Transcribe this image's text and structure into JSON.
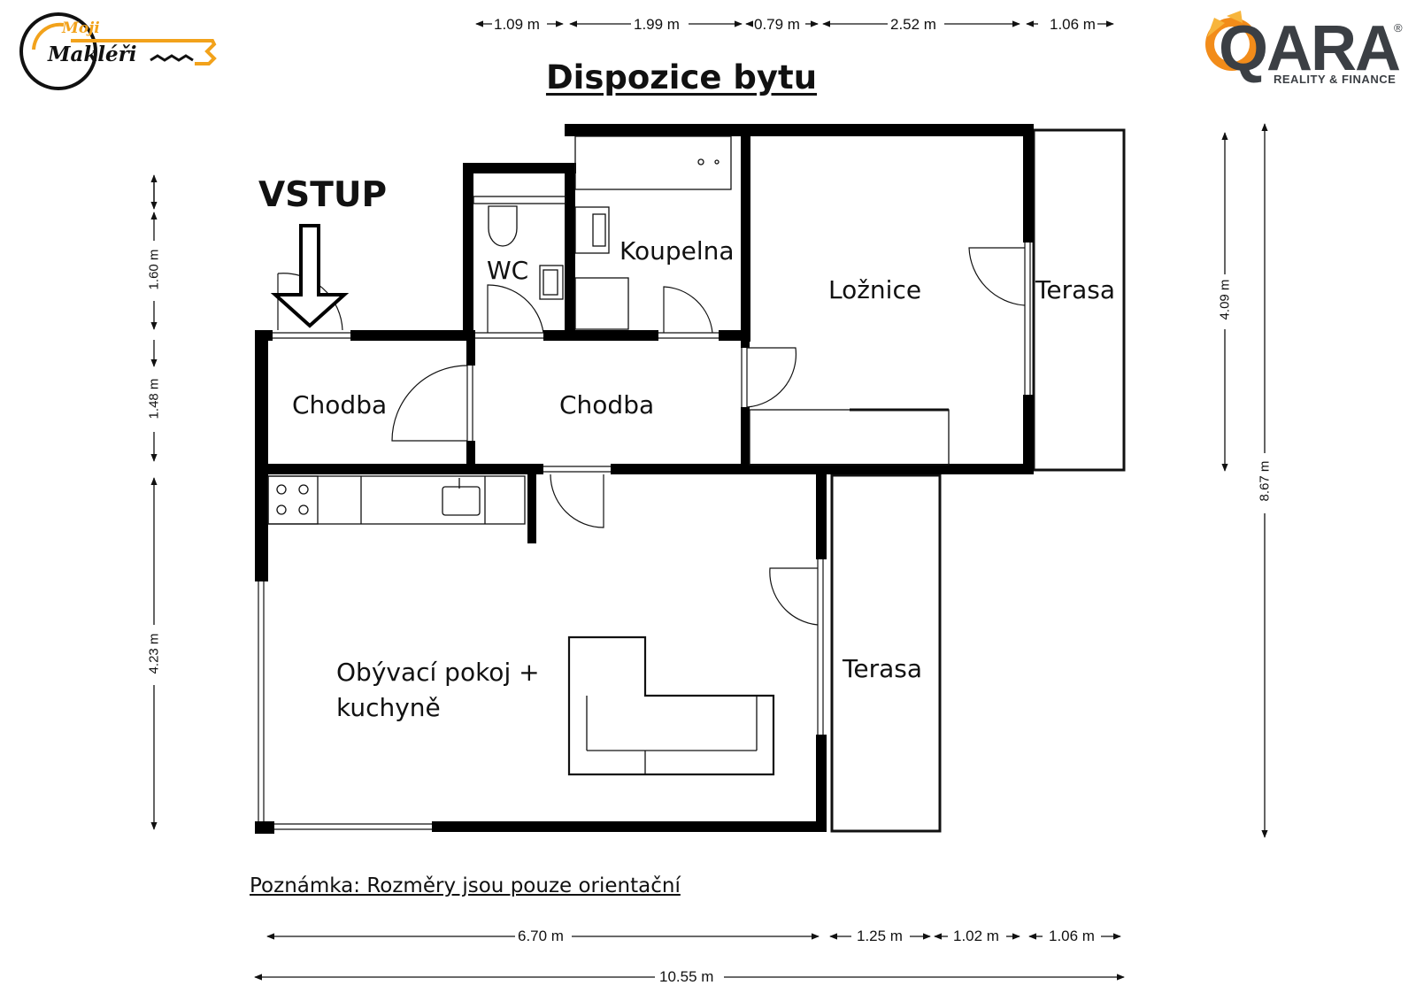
{
  "title": "Dispozice bytu",
  "entrance_label": "VSTUP",
  "rooms": {
    "chodba_1": "Chodba",
    "chodba_2": "Chodba",
    "wc": "WC",
    "koupelna": "Koupelna",
    "loznice": "Ložnice",
    "terasa_top": "Terasa",
    "terasa_bottom": "Terasa",
    "obyvaci_line1": "Obývací pokoj +",
    "obyvaci_line2": "kuchyně"
  },
  "dimensions": {
    "top": [
      "1.09 m",
      "1.99 m",
      "0.79 m",
      "2.52 m",
      "1.06 m"
    ],
    "bottom": [
      "6.70 m",
      "1.25 m",
      "1.02 m",
      "1.06 m"
    ],
    "total_width": "10.55 m",
    "left": [
      "1.60 m",
      "1.48 m",
      "4.23 m"
    ],
    "right_inner": "4.09 m",
    "right_outer": "8.67 m"
  },
  "note": "Poznámka: Rozměry jsou pouze orientační",
  "logos": {
    "left_top": "Moji",
    "left_main": "Makléři",
    "right_main": "QARA",
    "right_sub": "REALITY & FINANCE",
    "right_reg": "®",
    "left_accent_color": "#f2a21b",
    "right_accent_color": "#f28c1a",
    "right_text_color": "#3b3f44"
  },
  "colors": {
    "wall": "#000000",
    "background": "#ffffff"
  }
}
